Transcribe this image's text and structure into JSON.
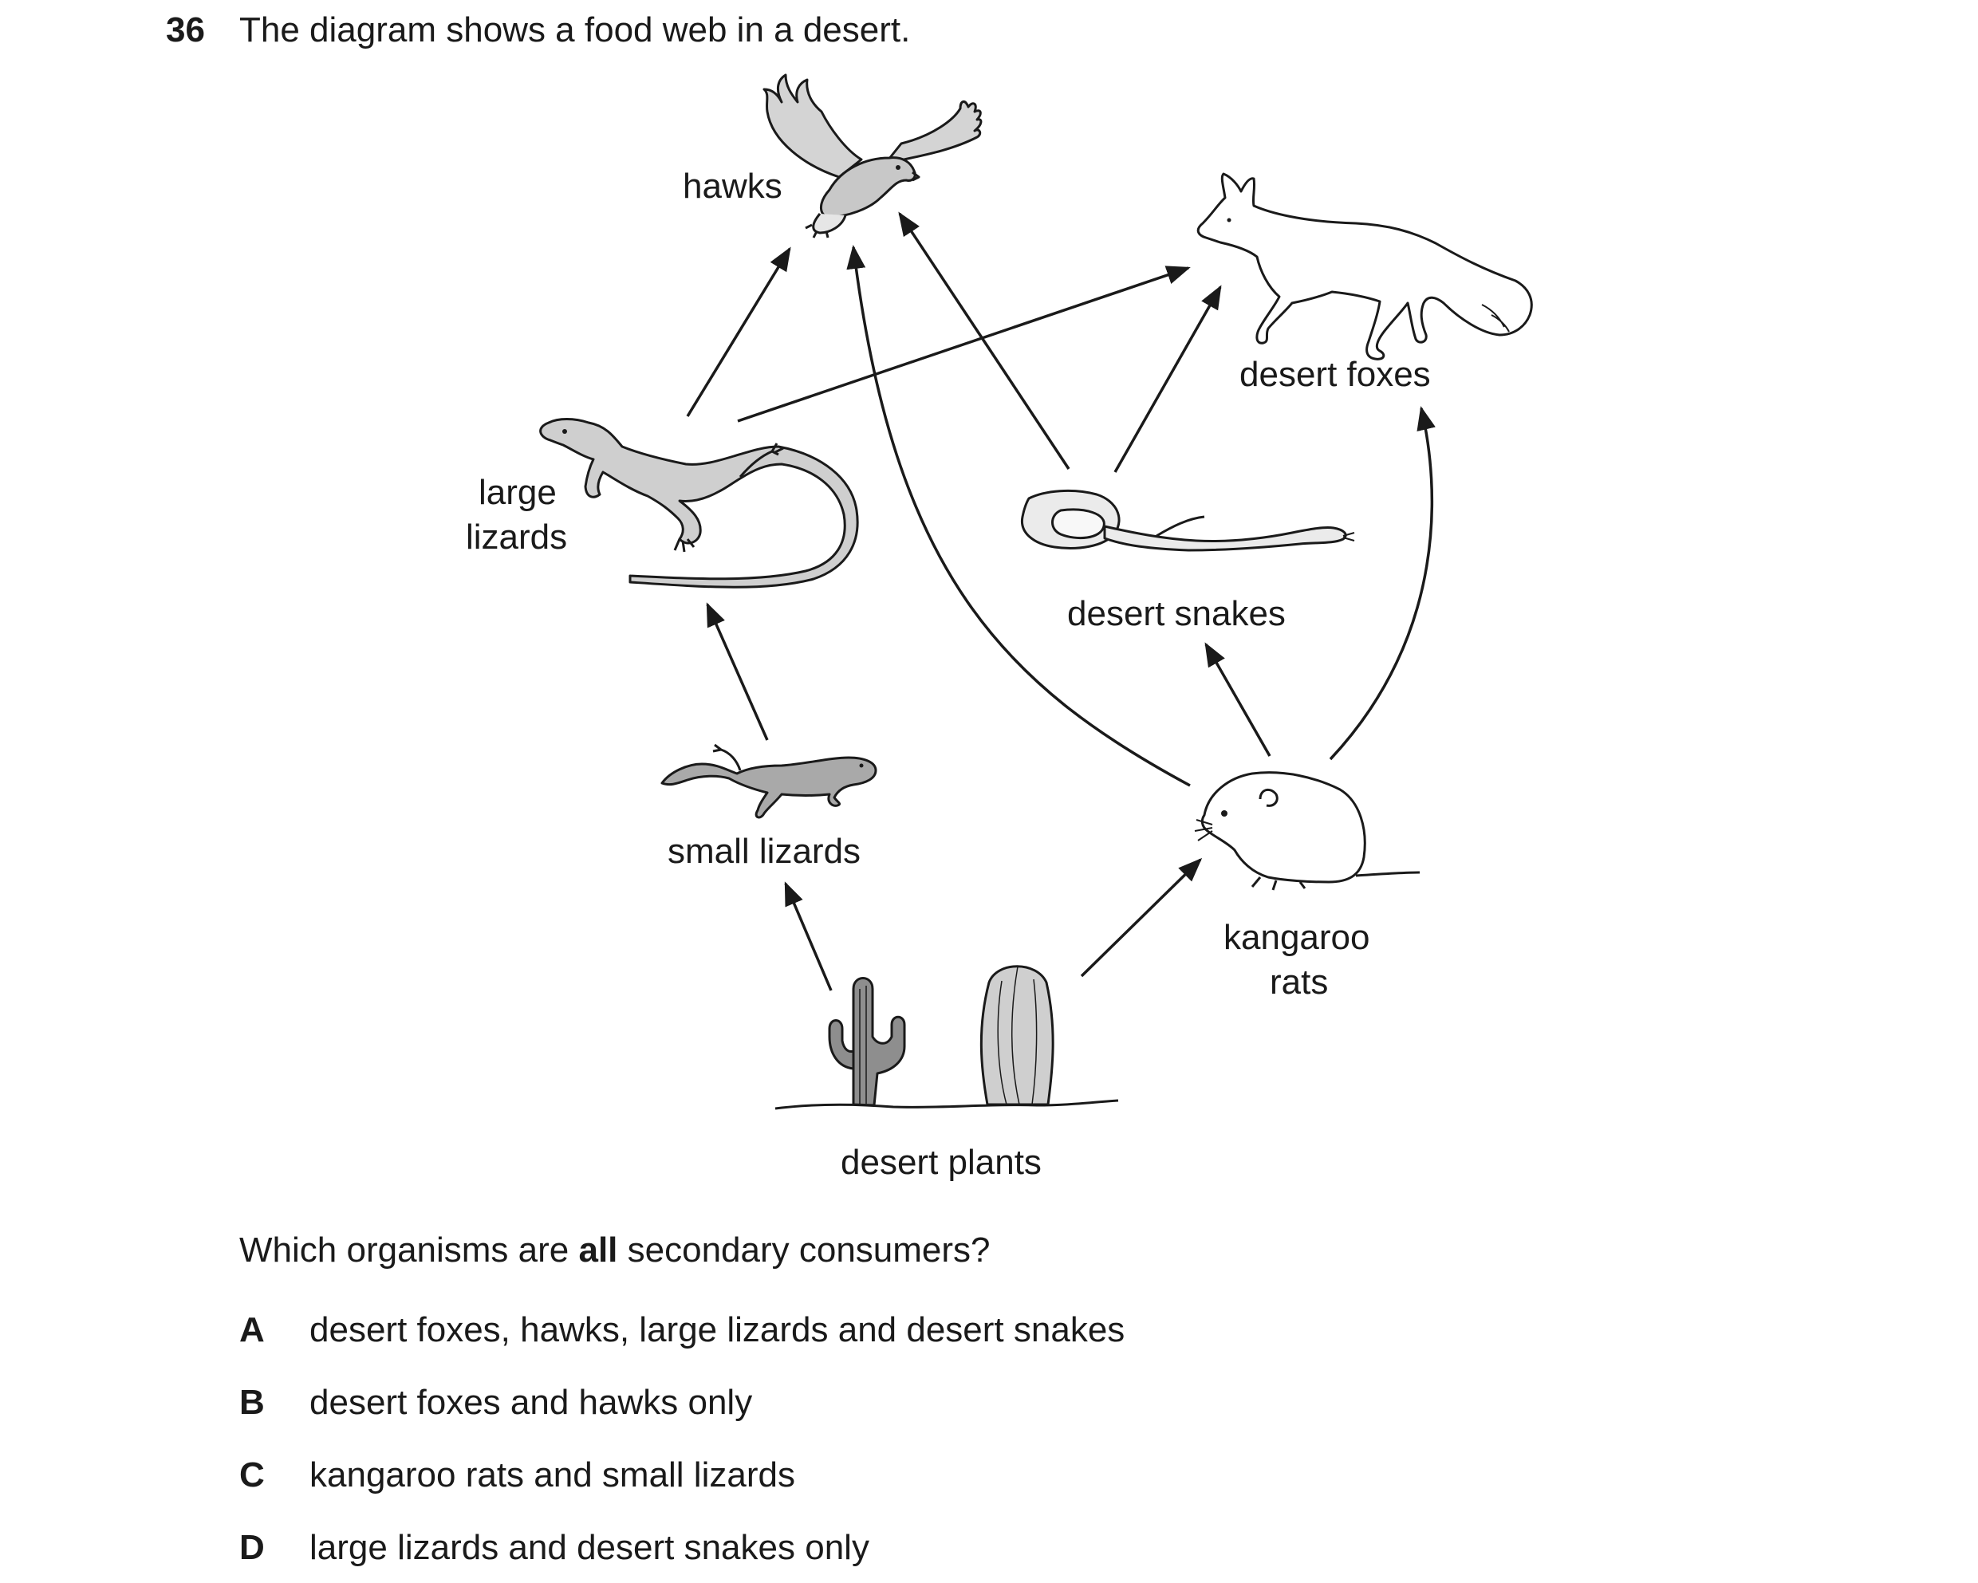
{
  "question": {
    "number": "36",
    "intro": "The diagram shows a food web in a desert.",
    "prompt_before": "Which organisms are ",
    "prompt_bold": "all",
    "prompt_after": " secondary consumers?"
  },
  "diagram": {
    "organisms": {
      "hawks": "hawks",
      "desert_foxes": "desert foxes",
      "large_lizards_line1": "large",
      "large_lizards_line2": "lizards",
      "desert_snakes": "desert snakes",
      "small_lizards": "small lizards",
      "kangaroo_rats_line1": "kangaroo",
      "kangaroo_rats_line2": "rats",
      "desert_plants": "desert plants"
    },
    "arrows": [
      {
        "from": "desert plants",
        "to": "small lizards"
      },
      {
        "from": "desert plants",
        "to": "kangaroo rats"
      },
      {
        "from": "small lizards",
        "to": "large lizards"
      },
      {
        "from": "large lizards",
        "to": "hawks"
      },
      {
        "from": "large lizards",
        "to": "desert foxes"
      },
      {
        "from": "desert snakes",
        "to": "hawks"
      },
      {
        "from": "desert snakes",
        "to": "desert foxes"
      },
      {
        "from": "kangaroo rats",
        "to": "hawks"
      },
      {
        "from": "kangaroo rats",
        "to": "desert snakes"
      },
      {
        "from": "kangaroo rats",
        "to": "desert foxes"
      }
    ]
  },
  "options": [
    {
      "letter": "A",
      "text": "desert foxes, hawks, large lizards and desert snakes"
    },
    {
      "letter": "B",
      "text": "desert foxes and hawks only"
    },
    {
      "letter": "C",
      "text": "kangaroo rats and small lizards"
    },
    {
      "letter": "D",
      "text": "large lizards and desert snakes only"
    }
  ]
}
